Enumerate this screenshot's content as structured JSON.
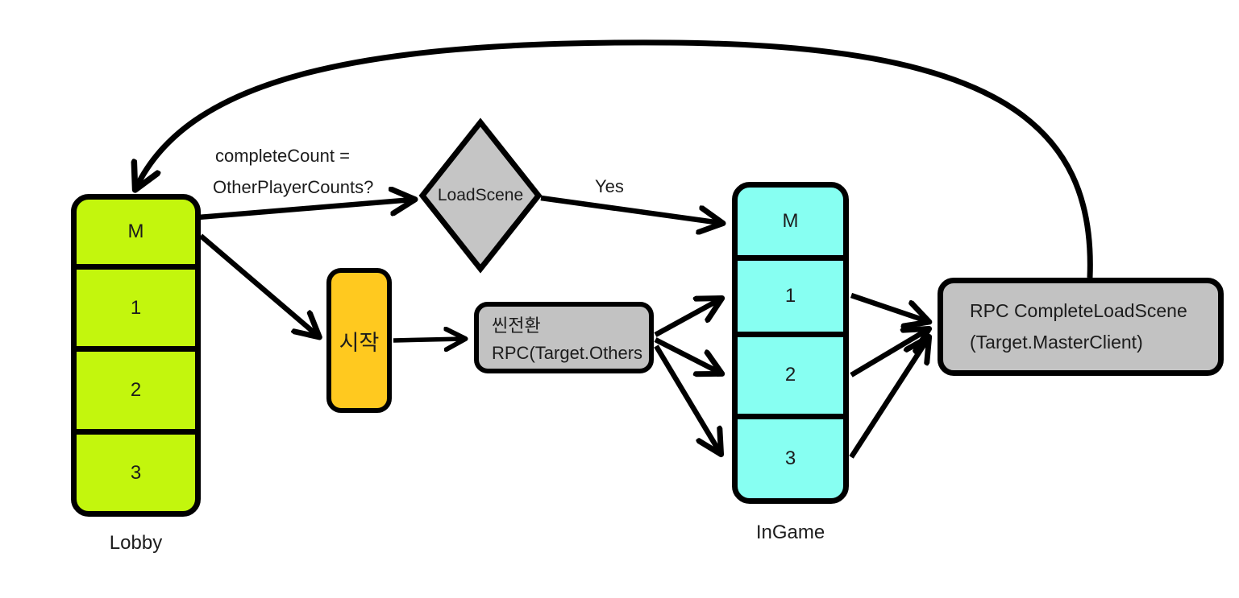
{
  "diagram": {
    "kind": "flowchart",
    "background_color": "#ffffff",
    "stroke_color": "#000000"
  },
  "nodes": {
    "lobby": {
      "label": "Lobby",
      "rows": [
        "M",
        "1",
        "2",
        "3"
      ],
      "color": "#c3f60d"
    },
    "ingame": {
      "label": "InGame",
      "rows": [
        "M",
        "1",
        "2",
        "3"
      ],
      "color": "#87fff2"
    },
    "start": {
      "label": "시작",
      "color": "#ffc91f"
    },
    "scene_change": {
      "line1": "씬전환",
      "line2": "RPC(Target.Others",
      "color": "#c2c2c2"
    },
    "rpc_complete": {
      "line1": "RPC CompleteLoadScene",
      "line2": "(Target.MasterClient)",
      "color": "#c2c2c2"
    },
    "load_scene": {
      "label": "LoadScene",
      "color": "#c5c5c5"
    }
  },
  "annotations": {
    "condition_line1": "completeCount =",
    "condition_line2": "OtherPlayerCounts?",
    "yes_label": "Yes"
  },
  "edges": [
    "lobby-M -> load_scene",
    "lobby-M -> start",
    "start -> scene_change",
    "load_scene -(Yes)-> ingame-M",
    "scene_change -> ingame-1",
    "scene_change -> ingame-2",
    "scene_change -> ingame-3",
    "ingame-1 -> rpc_complete",
    "ingame-2 -> rpc_complete",
    "ingame-3 -> rpc_complete",
    "rpc_complete -> lobby-M (loop back)"
  ]
}
